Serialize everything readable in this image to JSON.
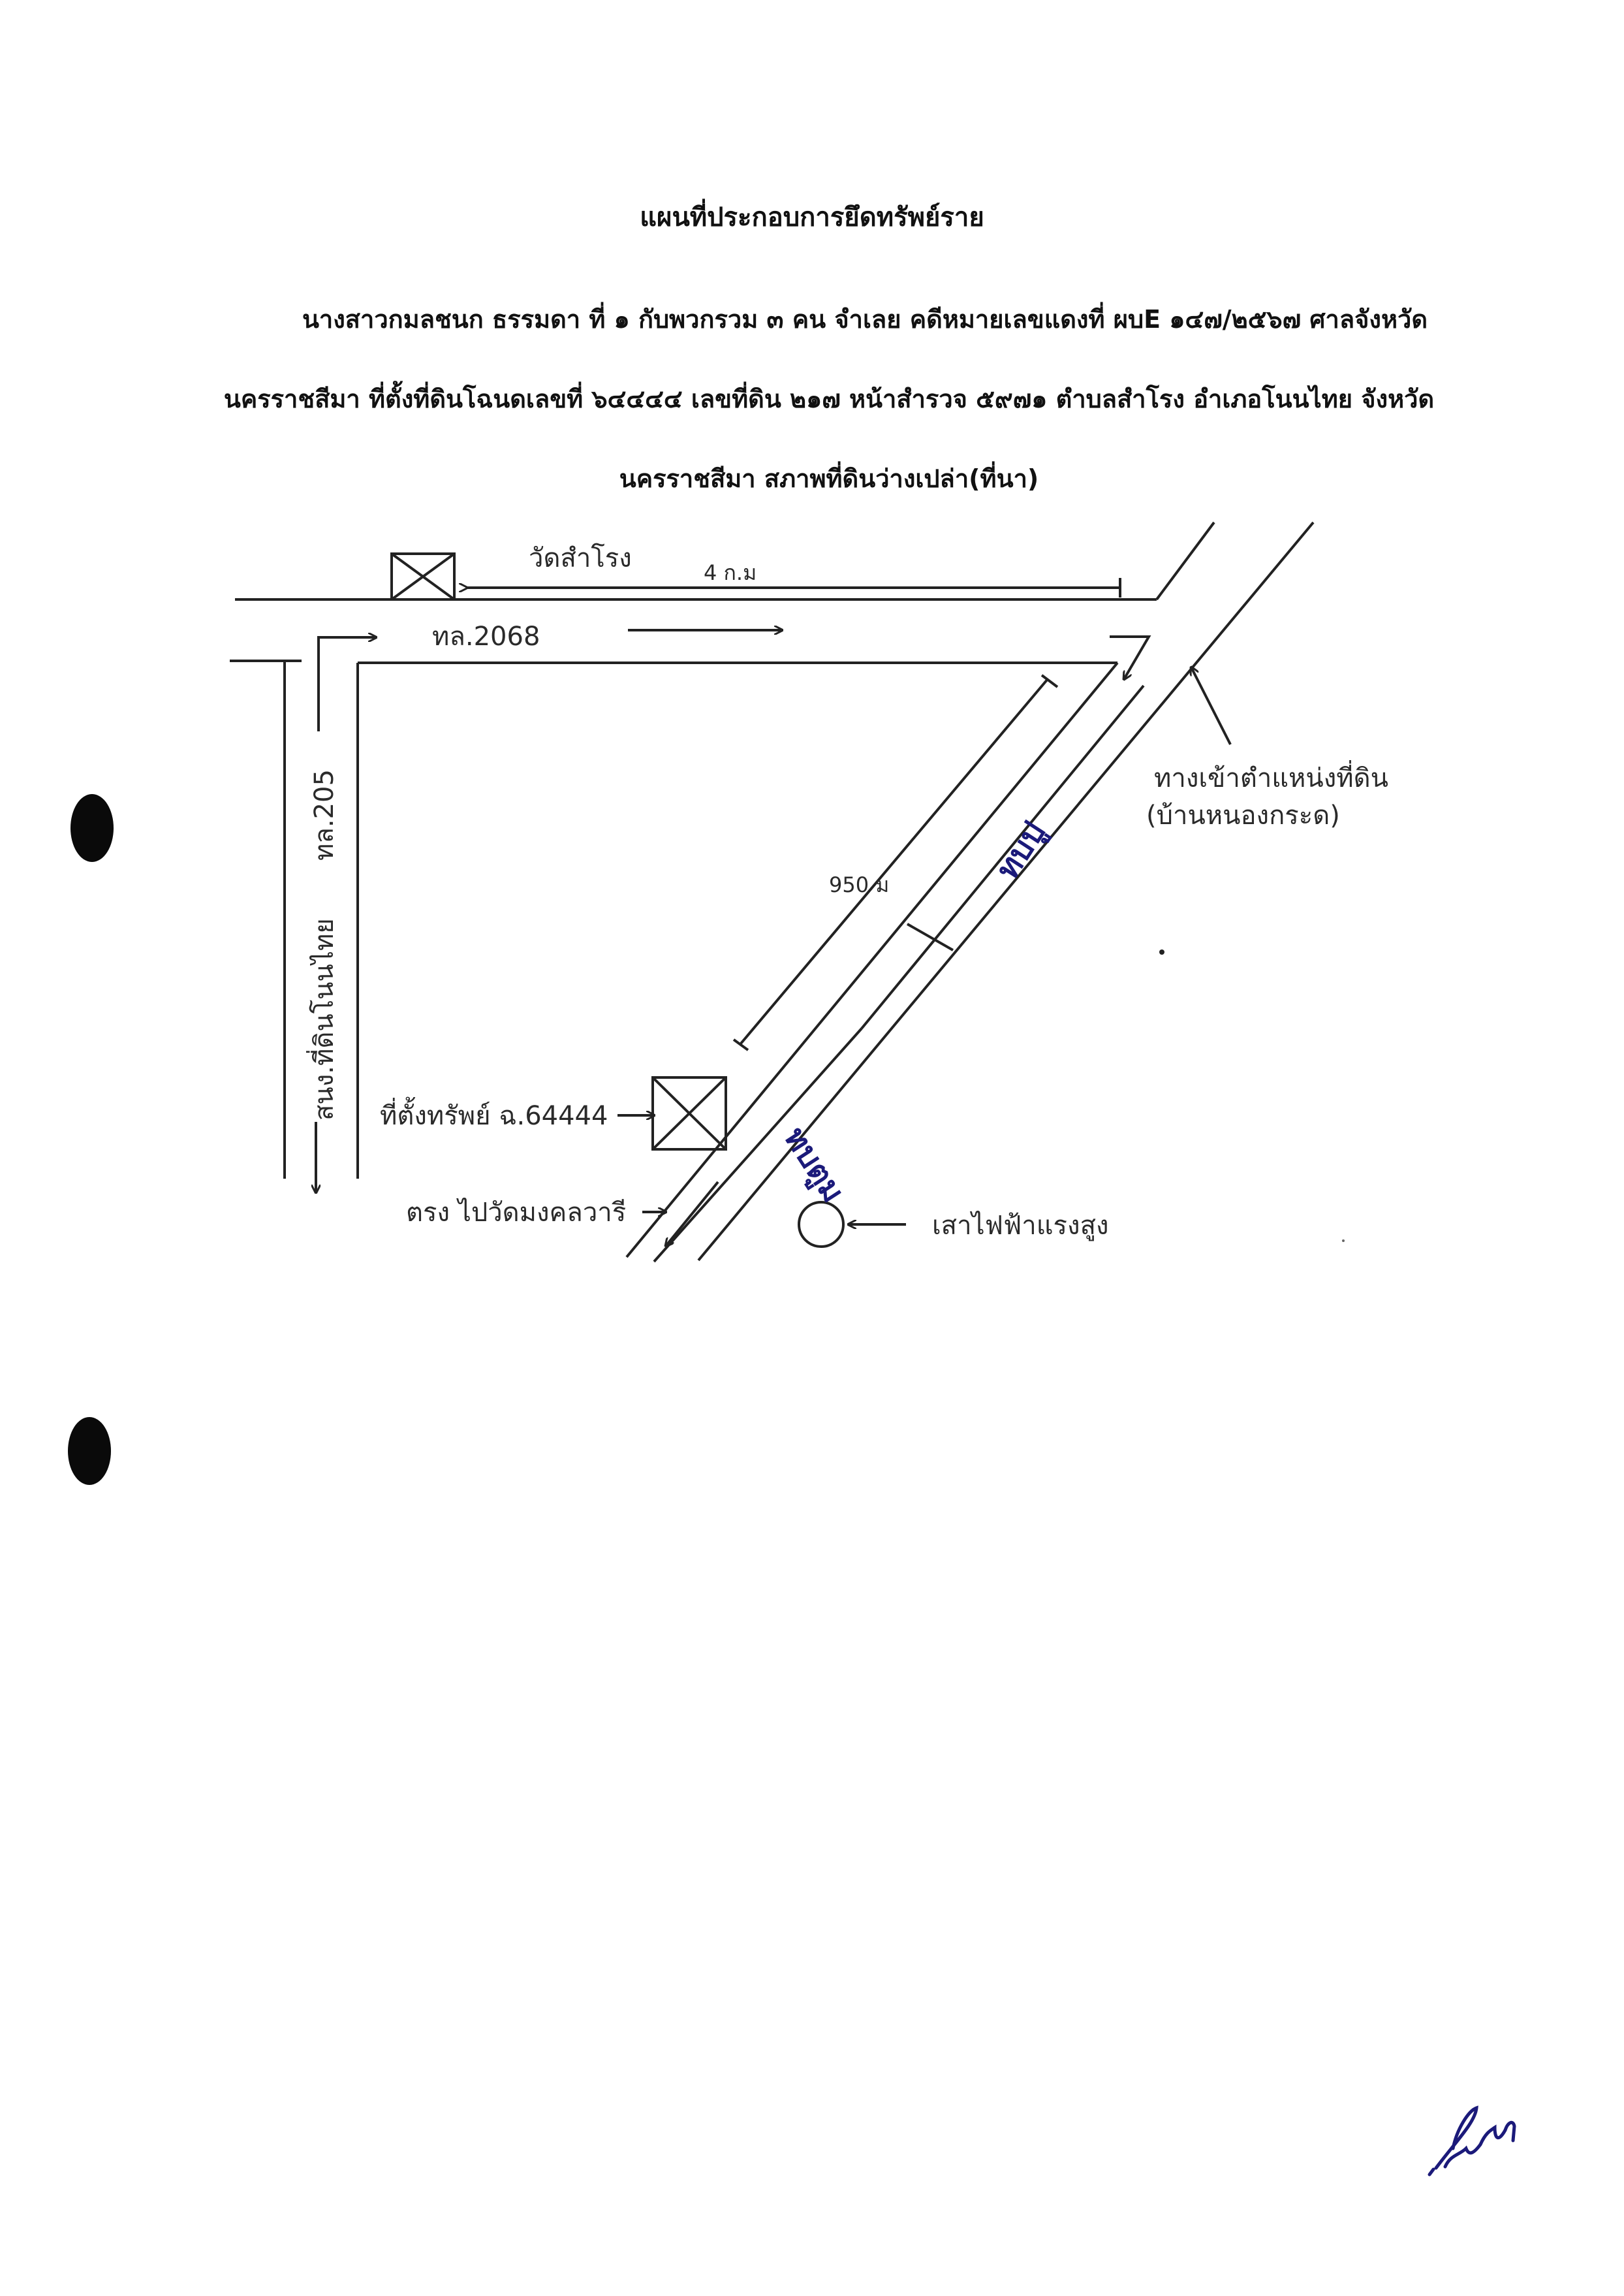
{
  "document": {
    "title": "แผนที่ประกอบการยึดทรัพย์ราย",
    "description": "นางสาวกมลชนก ธรรมดา ที่ ๑ กับพวกรวม ๓ คน จำเลย คดีหมายเลขแดงที่ ผบE ๑๔๗/๒๕๖๗ ศาลจังหวัดนครราชสีมา ที่ตั้งที่ดินโฉนดเลขที่ ๖๔๔๔๔ เลขที่ดิน ๒๑๗ หน้าสำรวจ ๕๙๗๑ ตำบลสำโรง อำเภอโนนไทย จังหวัดนครราชสีมา สภาพที่ดินว่างเปล่า(ที่นา)"
  },
  "map": {
    "temple_label": "วัดสำโรง",
    "distance_top": "4 ก.ม",
    "road_top": "ทล.2068",
    "road_left_top": "ทล.205",
    "road_left_bottom": "สนง.ที่ดินโนนไทย",
    "entrance_label_line1": "ทางเข้าตำแหน่งที่ดิน",
    "entrance_label_line2": "(บ้านหนองกระด)",
    "distance_diagonal": "950 ม",
    "hand_label_upper": "ทบปู",
    "hand_label_lower": "ทบตูม",
    "property_label": "ที่ตั้งทรัพย์ ฉ.64444",
    "straight_label": "ตรง ไปวัดมงคลวารี",
    "pole_label": "เสาไฟฟ้าแรงสูง"
  },
  "icons": [
    "temple-box-icon",
    "property-box-icon",
    "power-pole-icon",
    "signature-icon"
  ]
}
